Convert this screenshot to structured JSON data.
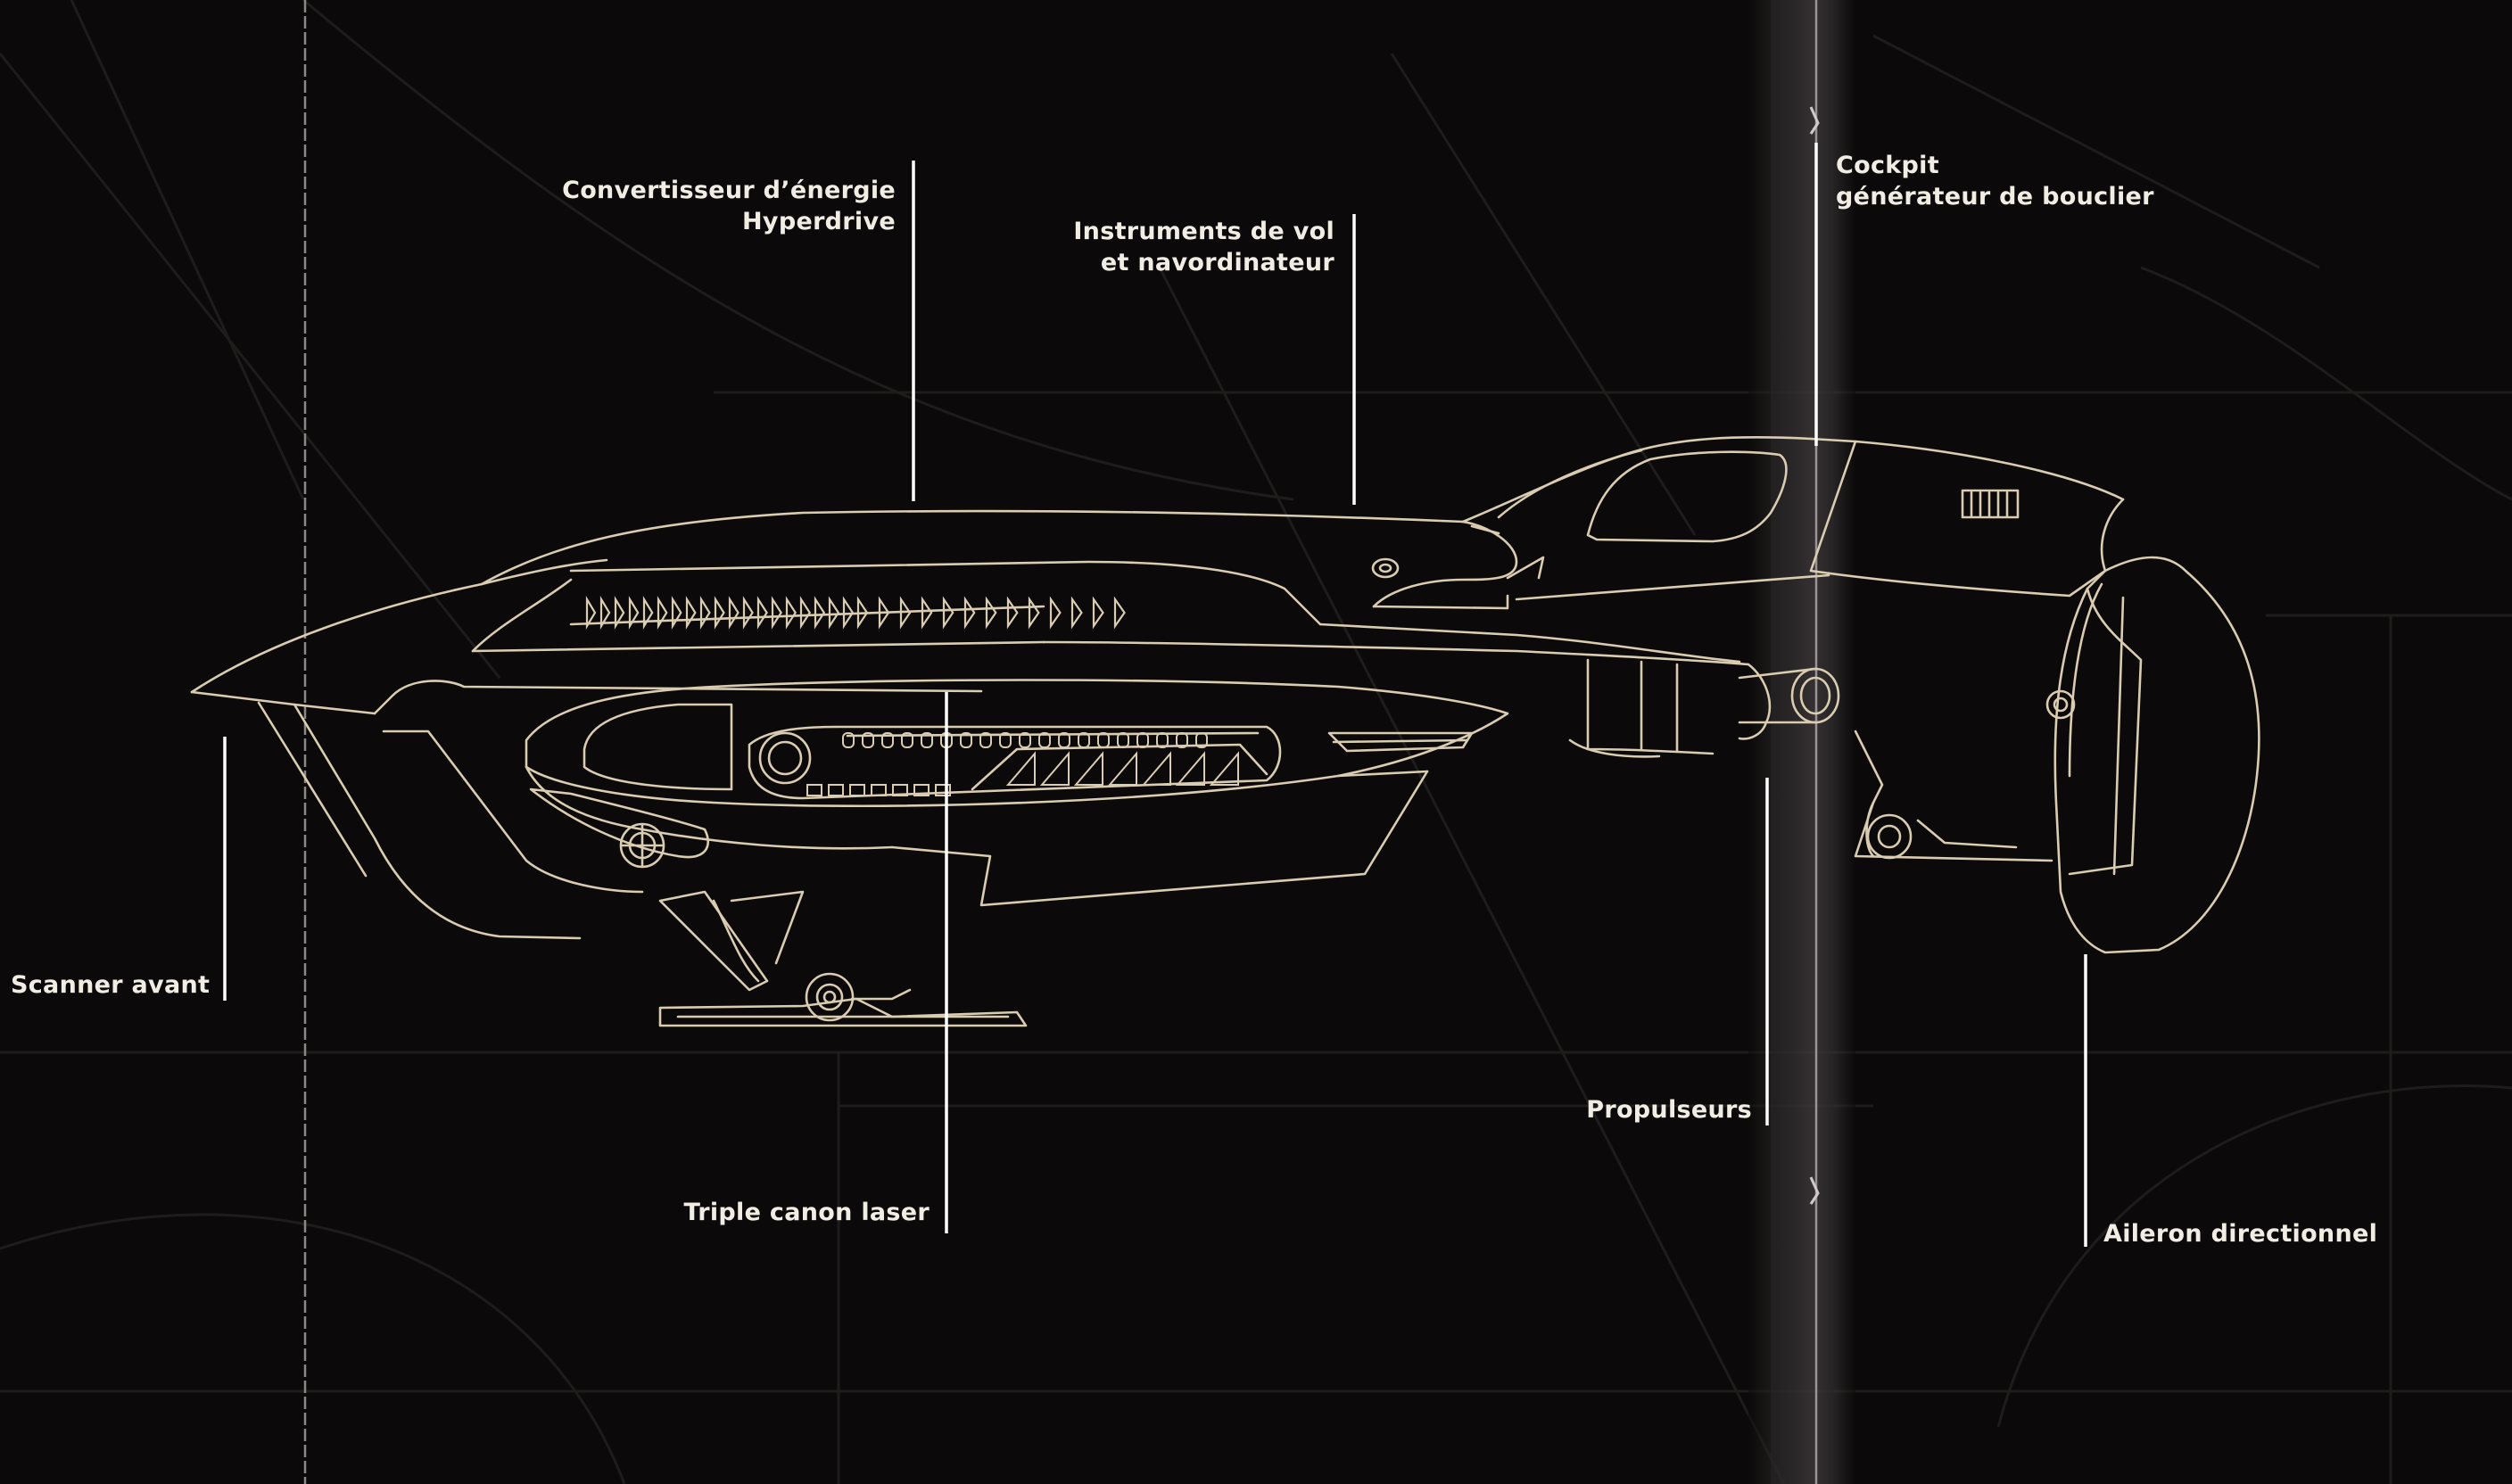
{
  "diagram": {
    "colors": {
      "background": "#0b0909",
      "outline": "#d9ccb0",
      "text": "#f2ede4",
      "leader": "#ffffff",
      "grid": "#1e1b1b"
    },
    "labels": {
      "converter": [
        "Convertisseur d’énergie",
        "Hyperdrive"
      ],
      "instruments": [
        "Instruments de vol",
        "et navordinateur"
      ],
      "cockpit": [
        "Cockpit",
        "générateur de bouclier"
      ],
      "scanner": "Scanner avant",
      "laser": "Triple canon laser",
      "thrusters": "Propulseurs",
      "aileron": "Aileron directionnel"
    }
  }
}
